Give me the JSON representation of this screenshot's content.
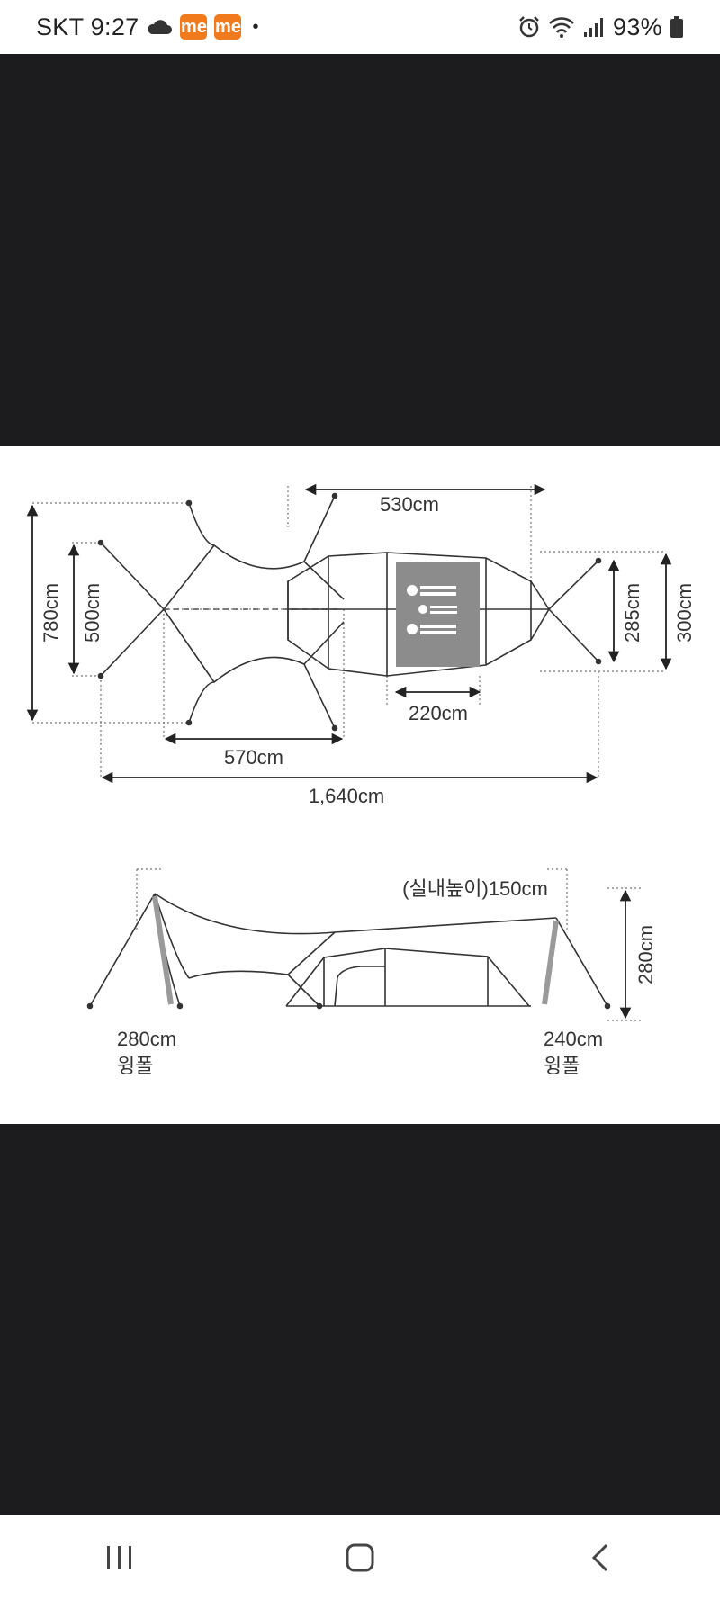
{
  "status_bar": {
    "carrier_time": "SKT 9:27",
    "badge_1": "me",
    "badge_2": "me",
    "dot": "•",
    "battery": "93%"
  },
  "diagram": {
    "top_view": {
      "dim_530": "530cm",
      "dim_780": "780cm",
      "dim_500": "500cm",
      "dim_285": "285cm",
      "dim_300": "300cm",
      "dim_220": "220cm",
      "dim_570": "570cm",
      "dim_1640": "1,640cm"
    },
    "side_view": {
      "interior_height": "(실내높이)150cm",
      "height_280": "280cm",
      "left_pole_length": "280cm",
      "left_pole_name": "윙폴",
      "right_pole_length": "240cm",
      "right_pole_name": "윙폴"
    }
  },
  "colors": {
    "dark_background": "#1c1c1e",
    "badge_orange": "#f07a1c",
    "inner_tent_gray": "#888888"
  }
}
